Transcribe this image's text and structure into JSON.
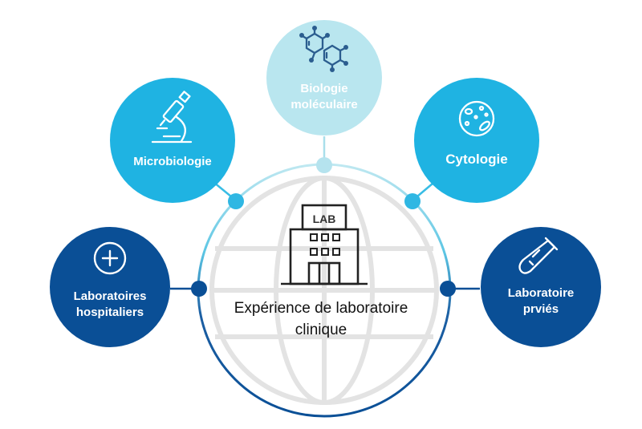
{
  "diagram": {
    "center": {
      "building_sign": "LAB",
      "label_line1": "Expérience de laboratoire",
      "label_line2": "clinique"
    },
    "nodes": {
      "biologie": {
        "line1": "Biologie",
        "line2": "moléculaire",
        "icon": "molecule-icon"
      },
      "microbiologie": {
        "line1": "Microbiologie",
        "icon": "microscope-icon"
      },
      "cytologie": {
        "line1": "Cytologie",
        "icon": "cell-icon"
      },
      "hospitaliers": {
        "line1": "Laboratoires",
        "line2": "hospitaliers",
        "icon": "medical-cross-icon"
      },
      "prives": {
        "line1": "Laboratoire",
        "line2": "prviés",
        "icon": "test-tube-icon"
      }
    },
    "colors": {
      "light_blue": "#b9e6ef",
      "cyan": "#1fb3e2",
      "dark_blue": "#0a4f96",
      "ring_light": "#9ddbe8",
      "ring_dark": "#0a4f96",
      "icon_blue": "#2b5d8f"
    }
  }
}
